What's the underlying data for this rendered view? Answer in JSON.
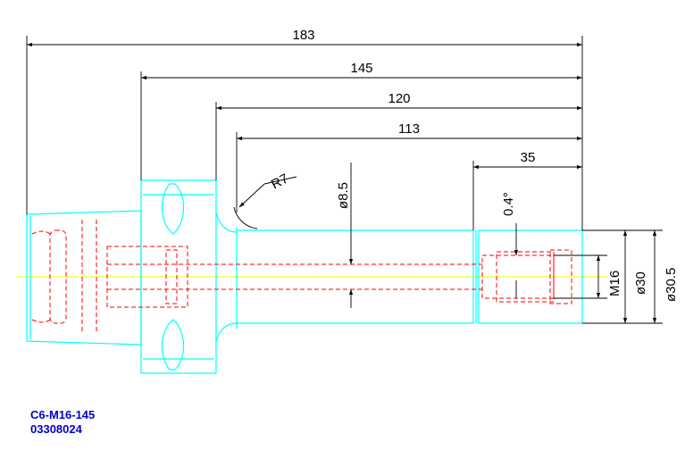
{
  "drawing": {
    "dimensions": {
      "overall_length": "183",
      "length_145": "145",
      "length_120": "120",
      "length_113": "113",
      "length_35": "35",
      "radius": "R7",
      "bore_diameter": "ø8.5",
      "angle": "0.4°",
      "thread": "M16",
      "diameter_30": "ø30",
      "diameter_30_5": "ø30.5"
    },
    "colors": {
      "outline": "#00ffff",
      "hidden": "#ff0000",
      "centerline": "#ffff00",
      "dimension": "#000000",
      "label": "#0000cc"
    }
  },
  "labels": {
    "part_number": "C6-M16-145",
    "article_code": "03308024"
  }
}
